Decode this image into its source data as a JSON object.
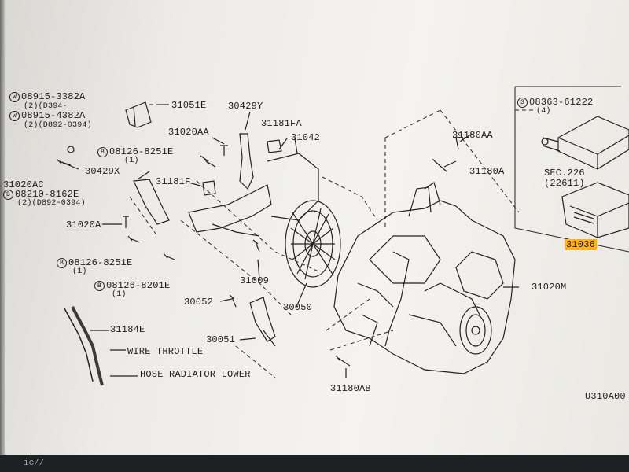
{
  "labels": {
    "p_08915_3382A": "08915-3382A",
    "p_08915_3382A_sub": "(2)(D394-",
    "p_08915_4382A": "08915-4382A",
    "p_08915_4382A_sub": "(2)(D892-0394)",
    "p_31051E": "31051E",
    "p_30429Y": "30429Y",
    "p_31020AA": "31020AA",
    "p_31181FA": "31181FA",
    "p_31042": "31042",
    "p_08126_8251E_a": "08126-8251E",
    "p_08126_8251E_a_sub": "(1)",
    "p_30429X": "30429X",
    "p_31181F": "31181F",
    "p_31020AC": "31020AC",
    "p_08210_8162E": "08210-8162E",
    "p_08210_8162E_sub": "(2)(D892-0394)",
    "p_31020A": "31020A",
    "p_08126_8251E_b": "08126-8251E",
    "p_08126_8251E_b_sub": "(1)",
    "p_08126_8201E": "08126-8201E",
    "p_08126_8201E_sub": "(1)",
    "p_31009": "31009",
    "p_30052": "30052",
    "p_30050": "30050",
    "p_30051": "30051",
    "p_31184E": "31184E",
    "wire_throttle": "WIRE THROTTLE",
    "hose_radiator_lower": "HOSE RADIATOR LOWER",
    "p_31180AA": "31180AA",
    "p_31180A": "31180A",
    "p_31180AB": "31180AB",
    "p_31020M": "31020M",
    "p_08363_61222": "08363-61222",
    "p_08363_61222_sub": "(4)",
    "sec_226": "SEC.226",
    "sec_226_sub": "(22611)",
    "p_31036": "31036",
    "diagram_code": "U310A00"
  },
  "circle_markers": {
    "w": "W",
    "b": "B",
    "s": "S"
  },
  "taskbar": {
    "text": "ic//"
  },
  "colors": {
    "highlight": "#ffb21e",
    "ink": "#1c1c1c",
    "paper": "#f2f1ed"
  }
}
